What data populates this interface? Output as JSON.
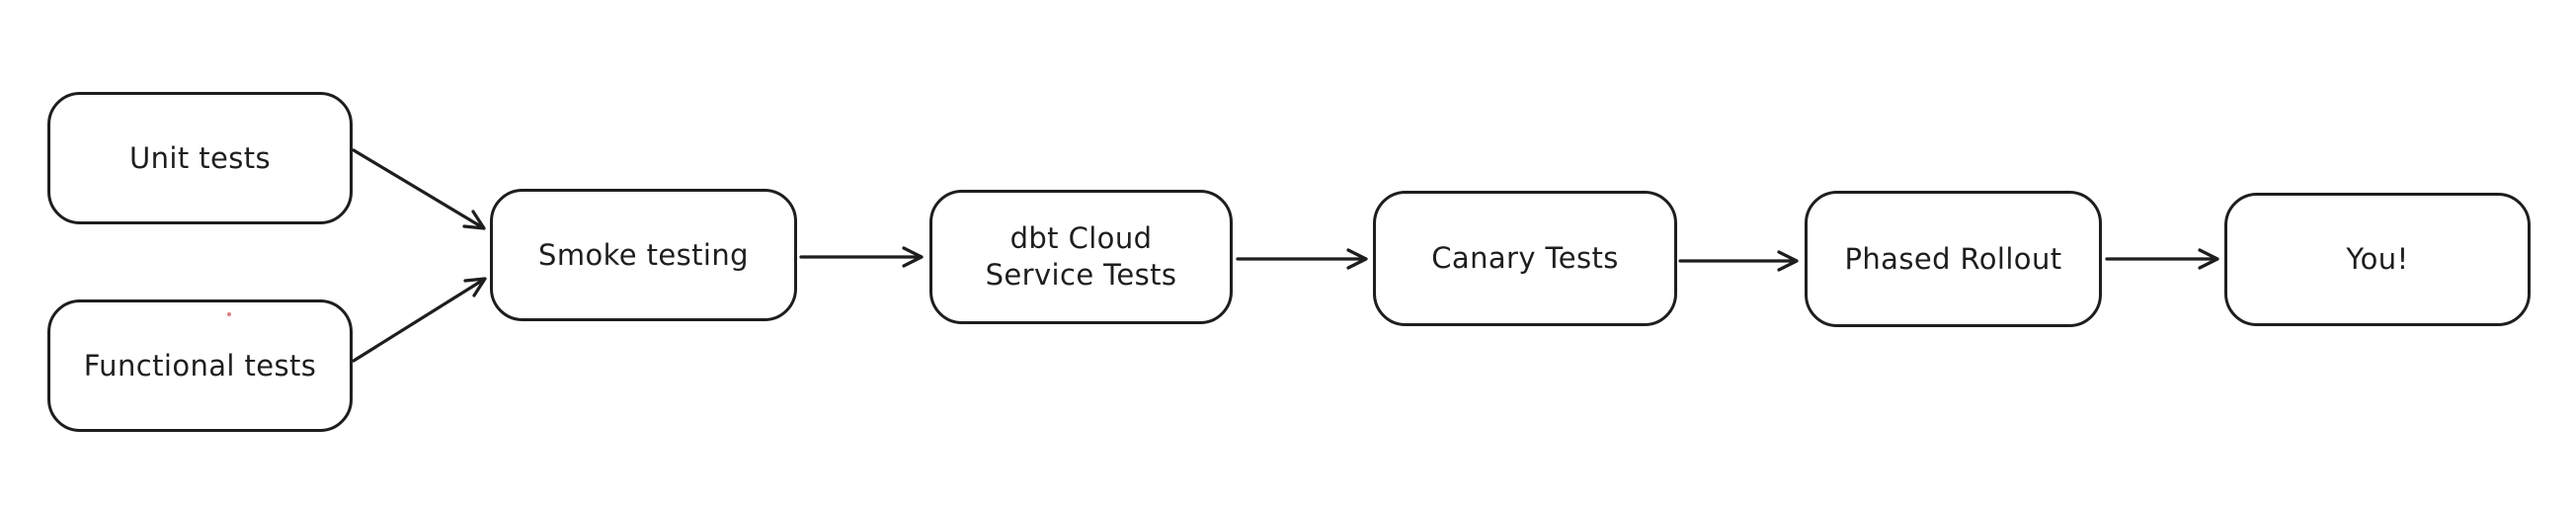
{
  "canvas": {
    "background_color": "#ffffff",
    "stroke_color": "#1e1e1e",
    "node_fill_color": "#ffffff",
    "artifact_dot_color": "#dd7f7f"
  },
  "diagram": {
    "style": "hand-drawn-flowchart",
    "nodes": [
      {
        "id": "unit-tests",
        "label": "Unit tests"
      },
      {
        "id": "functional-tests",
        "label": "Functional tests"
      },
      {
        "id": "smoke-testing",
        "label": "Smoke testing"
      },
      {
        "id": "dbt-cloud-service-tests",
        "label": "dbt Cloud\nService Tests"
      },
      {
        "id": "canary-tests",
        "label": "Canary Tests"
      },
      {
        "id": "phased-rollout",
        "label": "Phased Rollout"
      },
      {
        "id": "you",
        "label": "You!"
      }
    ],
    "edges": [
      {
        "from": "unit-tests",
        "to": "smoke-testing"
      },
      {
        "from": "functional-tests",
        "to": "smoke-testing"
      },
      {
        "from": "smoke-testing",
        "to": "dbt-cloud-service-tests"
      },
      {
        "from": "dbt-cloud-service-tests",
        "to": "canary-tests"
      },
      {
        "from": "canary-tests",
        "to": "phased-rollout"
      },
      {
        "from": "phased-rollout",
        "to": "you"
      }
    ]
  }
}
